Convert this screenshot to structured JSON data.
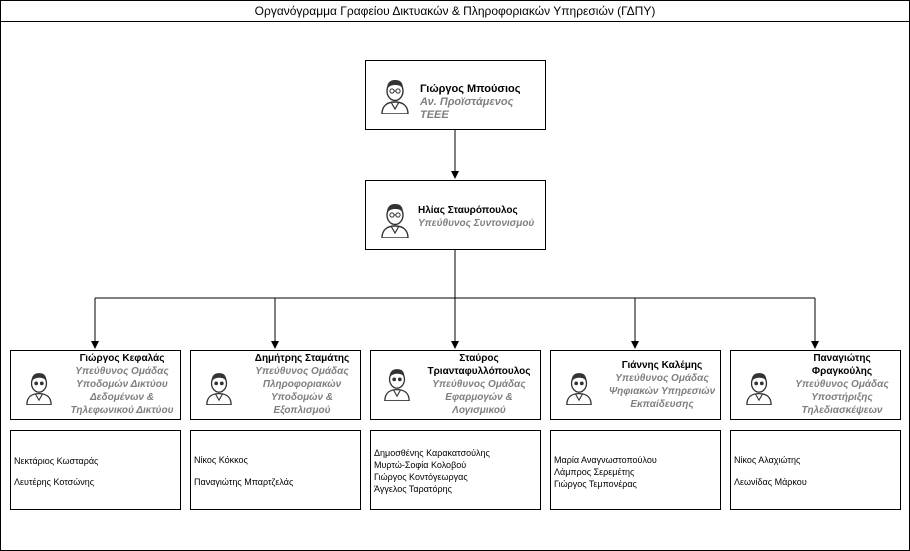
{
  "diagram": {
    "title": "Οργανόγραμμα Γραφείου Δικτυακών & Πληροφοριακών Υπηρεσιών (ΓΔΠΥ)",
    "head": {
      "name": "Γιώργος Μπούσιος",
      "role": "Αν. Προϊστάμενος ΤΕΕΕ"
    },
    "coordinator": {
      "name": "Ηλίας Σταυρόπουλος",
      "role": "Υπεύθυνος Συντονισμού"
    },
    "teams": [
      {
        "leader_name": "Γιώργος Κεφαλάς",
        "role_lines": [
          "Υπεύθυνος Ομάδας",
          "Υποδομών Δικτύου",
          "Δεδομένων &",
          "Τηλεφωνικού Δικτύου"
        ],
        "members": [
          "Νεκτάριος Κωσταράς",
          "Λευτέρης Κοτσώνης"
        ]
      },
      {
        "leader_name": "Δημήτρης Σταμάτης",
        "role_lines": [
          "Υπεύθυνος Ομάδας",
          "Πληροφοριακών",
          "Υποδομών &",
          "Εξοπλισμού"
        ],
        "members": [
          "Νίκος Κόκκος",
          "Παναγιώτης Μπαρτζελάς"
        ]
      },
      {
        "leader_name": "Σταύρος Τριανταφυλλόπουλος",
        "leader_name_lines": [
          "Σταύρος",
          "Τριανταφυλλόπουλος"
        ],
        "role_lines": [
          "Υπεύθυνος Ομάδας",
          "Εφαρμογών &",
          "Λογισμικού"
        ],
        "members": [
          "Δημοσθένης Καρακατσούλης",
          "Μυρτώ-Σοφία Κολοβού",
          "Γιώργος Κοντόγεωργας",
          "Άγγελος Ταρατόρης"
        ]
      },
      {
        "leader_name": "Γιάννης Καλέμης",
        "role_lines": [
          "Υπεύθυνος Ομάδας",
          "Ψηφιακών Υπηρεσιών",
          "Εκπαίδευσης"
        ],
        "members": [
          "Μαρία Αναγνωστοπούλου",
          "Λάμπρος Σερεμέτης",
          "Γιώργος Τεμπονέρας"
        ]
      },
      {
        "leader_name": "Παναγιώτης Φραγκούλης",
        "leader_name_lines": [
          "Παναγιώτης",
          "Φραγκούλης"
        ],
        "role_lines": [
          "Υπεύθυνος Ομάδας",
          "Υποστήριξης",
          "Τηλεδιασκέψεων"
        ],
        "members": [
          "Νίκος Αλαχιώτης",
          "Λεωνίδας Μάρκου"
        ]
      }
    ]
  }
}
